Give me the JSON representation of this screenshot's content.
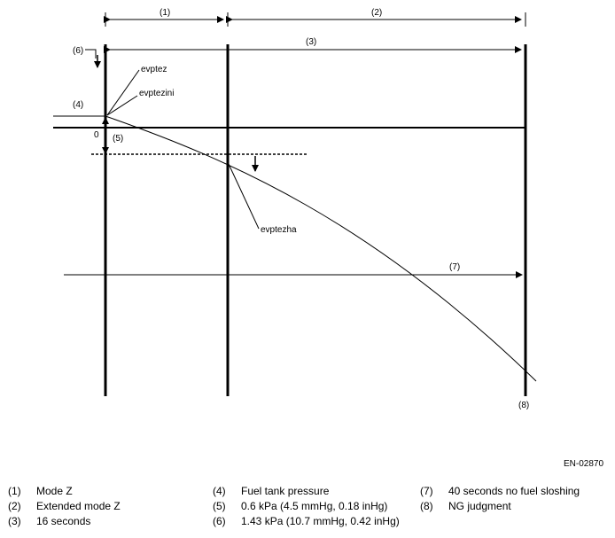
{
  "markers": {
    "m1": "(1)",
    "m2": "(2)",
    "m3": "(3)",
    "m4": "(4)",
    "m5": "(5)",
    "m6": "(6)",
    "m7": "(7)",
    "m8": "(8)",
    "zero": "0"
  },
  "annotations": {
    "evptez": "evptez",
    "evptezini": "evptezini",
    "evptezha": "evptezha"
  },
  "figure_code": "EN-02870",
  "legend": [
    {
      "num": "(1)",
      "text": "Mode Z"
    },
    {
      "num": "(2)",
      "text": "Extended mode Z"
    },
    {
      "num": "(3)",
      "text": "16 seconds"
    },
    {
      "num": "(4)",
      "text": "Fuel tank pressure"
    },
    {
      "num": "(5)",
      "text": "0.6 kPa (4.5 mmHg, 0.18 inHg)"
    },
    {
      "num": "(6)",
      "text": "1.43 kPa (10.7 mmHg, 0.42 inHg)"
    },
    {
      "num": "(7)",
      "text": "40 seconds no fuel sloshing"
    },
    {
      "num": "(8)",
      "text": "NG judgment"
    }
  ]
}
